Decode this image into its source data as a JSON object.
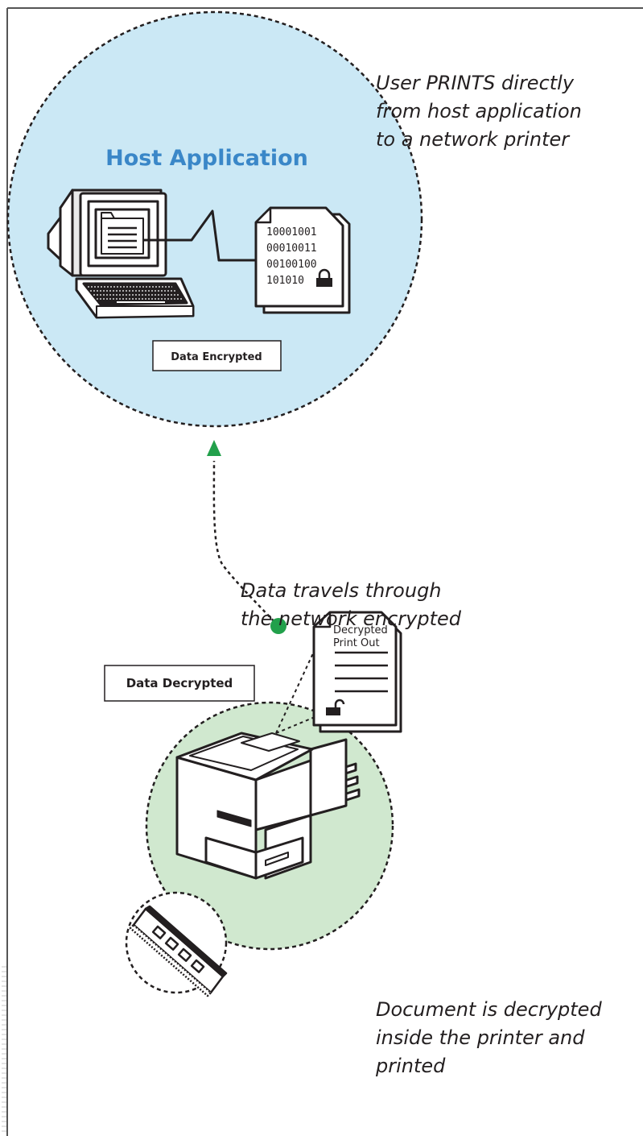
{
  "host": {
    "title": "Host Application",
    "binary_lines": [
      "10001001",
      "00010011",
      "00100100",
      "101010"
    ],
    "status_label": "Data Encrypted"
  },
  "printer": {
    "status_label": "Data Decrypted",
    "printout_lines": [
      "Decrypted",
      "Print Out"
    ]
  },
  "captions": {
    "top": [
      "User PRINTS directly",
      "from host application",
      "to a network printer"
    ],
    "middle": [
      "Data travels through",
      "the network encrypted"
    ],
    "bottom": [
      "Document is decrypted",
      "inside the printer and",
      "printed"
    ]
  },
  "colors": {
    "host_circle": "#cbe8f5",
    "printer_circle": "#d0e8cf",
    "title_blue": "#3a87c8",
    "arrow_green": "#22a04b",
    "ink": "#231f20"
  }
}
